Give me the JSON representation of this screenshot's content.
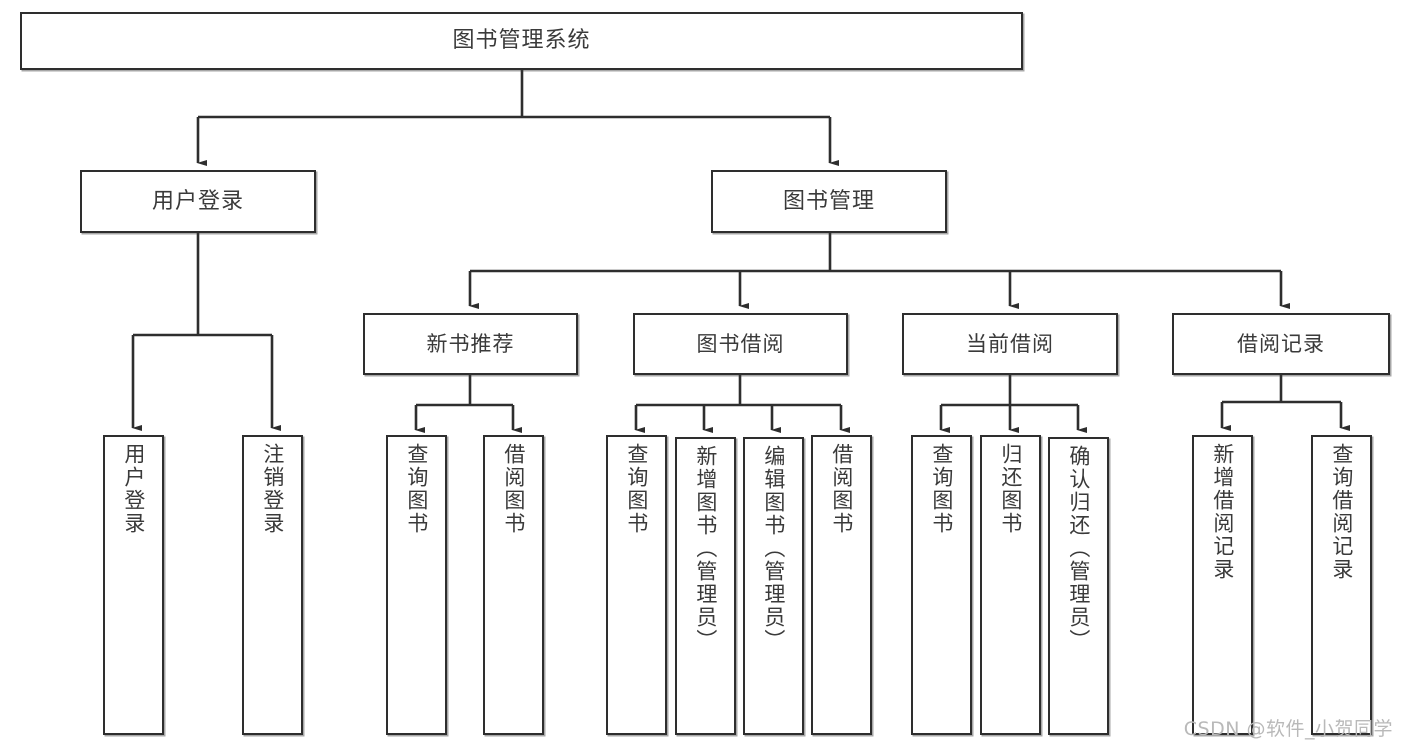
{
  "diagram": {
    "title": "图书管理系统",
    "type": "tree-hierarchy-chart",
    "colors": {
      "box_border": "#2e2e2e",
      "box_fill": "#ffffff",
      "connector": "#2e2e2e",
      "text": "#3a3a3a",
      "watermark": "#b9b9b9",
      "background": "#ffffff"
    }
  },
  "root": {
    "label": "图书管理系统"
  },
  "level2": [
    {
      "label": "用户登录"
    },
    {
      "label": "图书管理"
    }
  ],
  "level3": [
    {
      "label": "新书推荐"
    },
    {
      "label": "图书借阅"
    },
    {
      "label": "当前借阅"
    },
    {
      "label": "借阅记录"
    }
  ],
  "leaves": {
    "user_login": [
      {
        "label": "用户登录"
      },
      {
        "label": "注销登录"
      }
    ],
    "new_book_recommend": [
      {
        "label": "查询图书"
      },
      {
        "label": "借阅图书"
      }
    ],
    "book_borrow": [
      {
        "label": "查询图书"
      },
      {
        "label": "新增图书（管理员）"
      },
      {
        "label": "编辑图书（管理员）"
      },
      {
        "label": "借阅图书"
      }
    ],
    "current_borrow": [
      {
        "label": "查询图书"
      },
      {
        "label": "归还图书"
      },
      {
        "label": "确认归还（管理员）"
      }
    ],
    "borrow_record": [
      {
        "label": "新增借阅记录"
      },
      {
        "label": "查询借阅记录"
      }
    ]
  },
  "watermark": {
    "text": "CSDN @软件_小贺同学"
  }
}
